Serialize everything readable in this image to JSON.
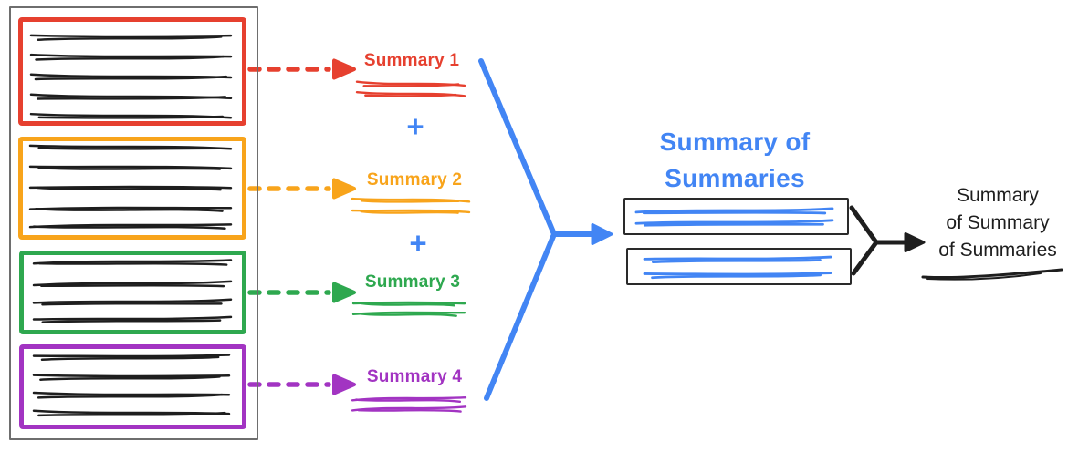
{
  "colors": {
    "red": "#E6402F",
    "orange": "#F8A41B",
    "green": "#2EA84F",
    "purple": "#A234C2",
    "blue": "#4285F4",
    "ink": "#1E1E1E",
    "container_border": "#6E6E6E",
    "box_border": "#2A2A2A",
    "background": "#FFFFFF"
  },
  "source_document": {
    "sections": [
      {
        "id": "section-1",
        "color_key": "red",
        "text_lines": 5
      },
      {
        "id": "section-2",
        "color_key": "orange",
        "text_lines": 5
      },
      {
        "id": "section-3",
        "color_key": "green",
        "text_lines": 4
      },
      {
        "id": "section-4",
        "color_key": "purple",
        "text_lines": 4
      }
    ]
  },
  "summaries": [
    {
      "label": "Summary 1",
      "color_key": "red",
      "scribble_lines": 2
    },
    {
      "label": "Summary 2",
      "color_key": "orange",
      "scribble_lines": 2
    },
    {
      "label": "Summary 3",
      "color_key": "green",
      "scribble_lines": 2
    },
    {
      "label": "Summary 4",
      "color_key": "purple",
      "scribble_lines": 2
    }
  ],
  "operators": {
    "plus_1": "+",
    "plus_2": "+"
  },
  "combined": {
    "title_line_1": "Summary of",
    "title_line_2": "Summaries",
    "box_count": 2,
    "scribble_lines_per_box": 2
  },
  "final": {
    "line_1": "Summary",
    "line_2": "of Summary",
    "line_3": "of Summaries",
    "underline_lines": 1
  },
  "connectors": {
    "dashed_arrows": [
      {
        "from": "section-1",
        "to": "Summary 1",
        "color_key": "red",
        "style": "dashed"
      },
      {
        "from": "section-2",
        "to": "Summary 2",
        "color_key": "orange",
        "style": "dashed"
      },
      {
        "from": "section-3",
        "to": "Summary 3",
        "color_key": "green",
        "style": "dashed"
      },
      {
        "from": "section-4",
        "to": "Summary 4",
        "color_key": "purple",
        "style": "dashed"
      }
    ],
    "merge_blue": {
      "inputs": [
        "Summary 1",
        "Summary 2",
        "Summary 3",
        "Summary 4"
      ],
      "output": "Summary of Summaries",
      "color_key": "blue"
    },
    "merge_black": {
      "inputs": [
        "summary-of-summaries-box-1",
        "summary-of-summaries-box-2"
      ],
      "output": "Summary of Summary of Summaries",
      "color_key": "ink"
    }
  }
}
